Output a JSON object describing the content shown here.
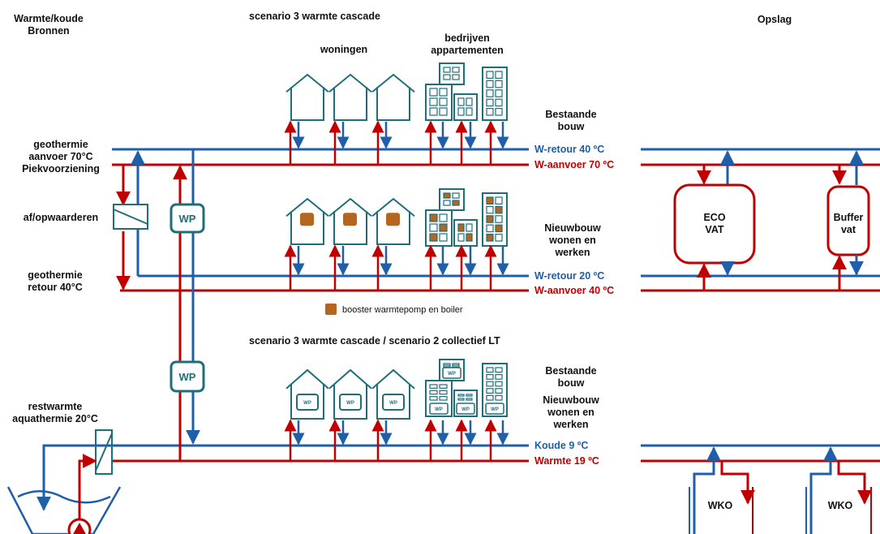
{
  "headers": {
    "sources": [
      "Warmte/koude",
      "Bronnen"
    ],
    "scenario_top": "scenario 3 warmte cascade",
    "storage": "Opslag",
    "woningen": "woningen",
    "bedrijven": [
      "bedrijven",
      "appartementen"
    ],
    "scenario_bottom": "scenario 3 warmte cascade / scenario 2 collectief LT"
  },
  "left_labels": {
    "geo_supply": [
      "geothermie",
      "aanvoer 70°C",
      "Piekvoorziening"
    ],
    "upgrade": "af/opwaarderen",
    "geo_return": [
      "geothermie",
      "retour 40°C"
    ],
    "aquathermie": [
      "restwarmte",
      "aquathermie 20°C"
    ]
  },
  "building_groups": {
    "existing": [
      "Bestaande",
      "bouw"
    ],
    "new": [
      "Nieuwbouw",
      "wonen en",
      "werken"
    ],
    "bottom": [
      "Bestaande",
      "bouw",
      "Nieuwbouw",
      "wonen en",
      "werken"
    ]
  },
  "lines": {
    "w_return_40": "W-retour 40 ºC",
    "w_supply_70": "W-aanvoer 70 ºC",
    "w_return_20": "W-retour 20 ºC",
    "w_supply_40": "W-aanvoer 40 ºC",
    "cold_9": "Koude 9 ºC",
    "warm_19": "Warmte 19 ºC"
  },
  "legend": {
    "booster": "booster warmtepomp en boiler"
  },
  "components": {
    "heat_pump": "WP",
    "eco_vat": [
      "ECO",
      "VAT"
    ],
    "buffer_vat": [
      "Buffer",
      "vat"
    ],
    "wko": "WKO"
  },
  "colors": {
    "blue": "#1f5ea8",
    "red": "#c00000",
    "teal": "#1f6f7a",
    "booster": "#b5651d"
  }
}
